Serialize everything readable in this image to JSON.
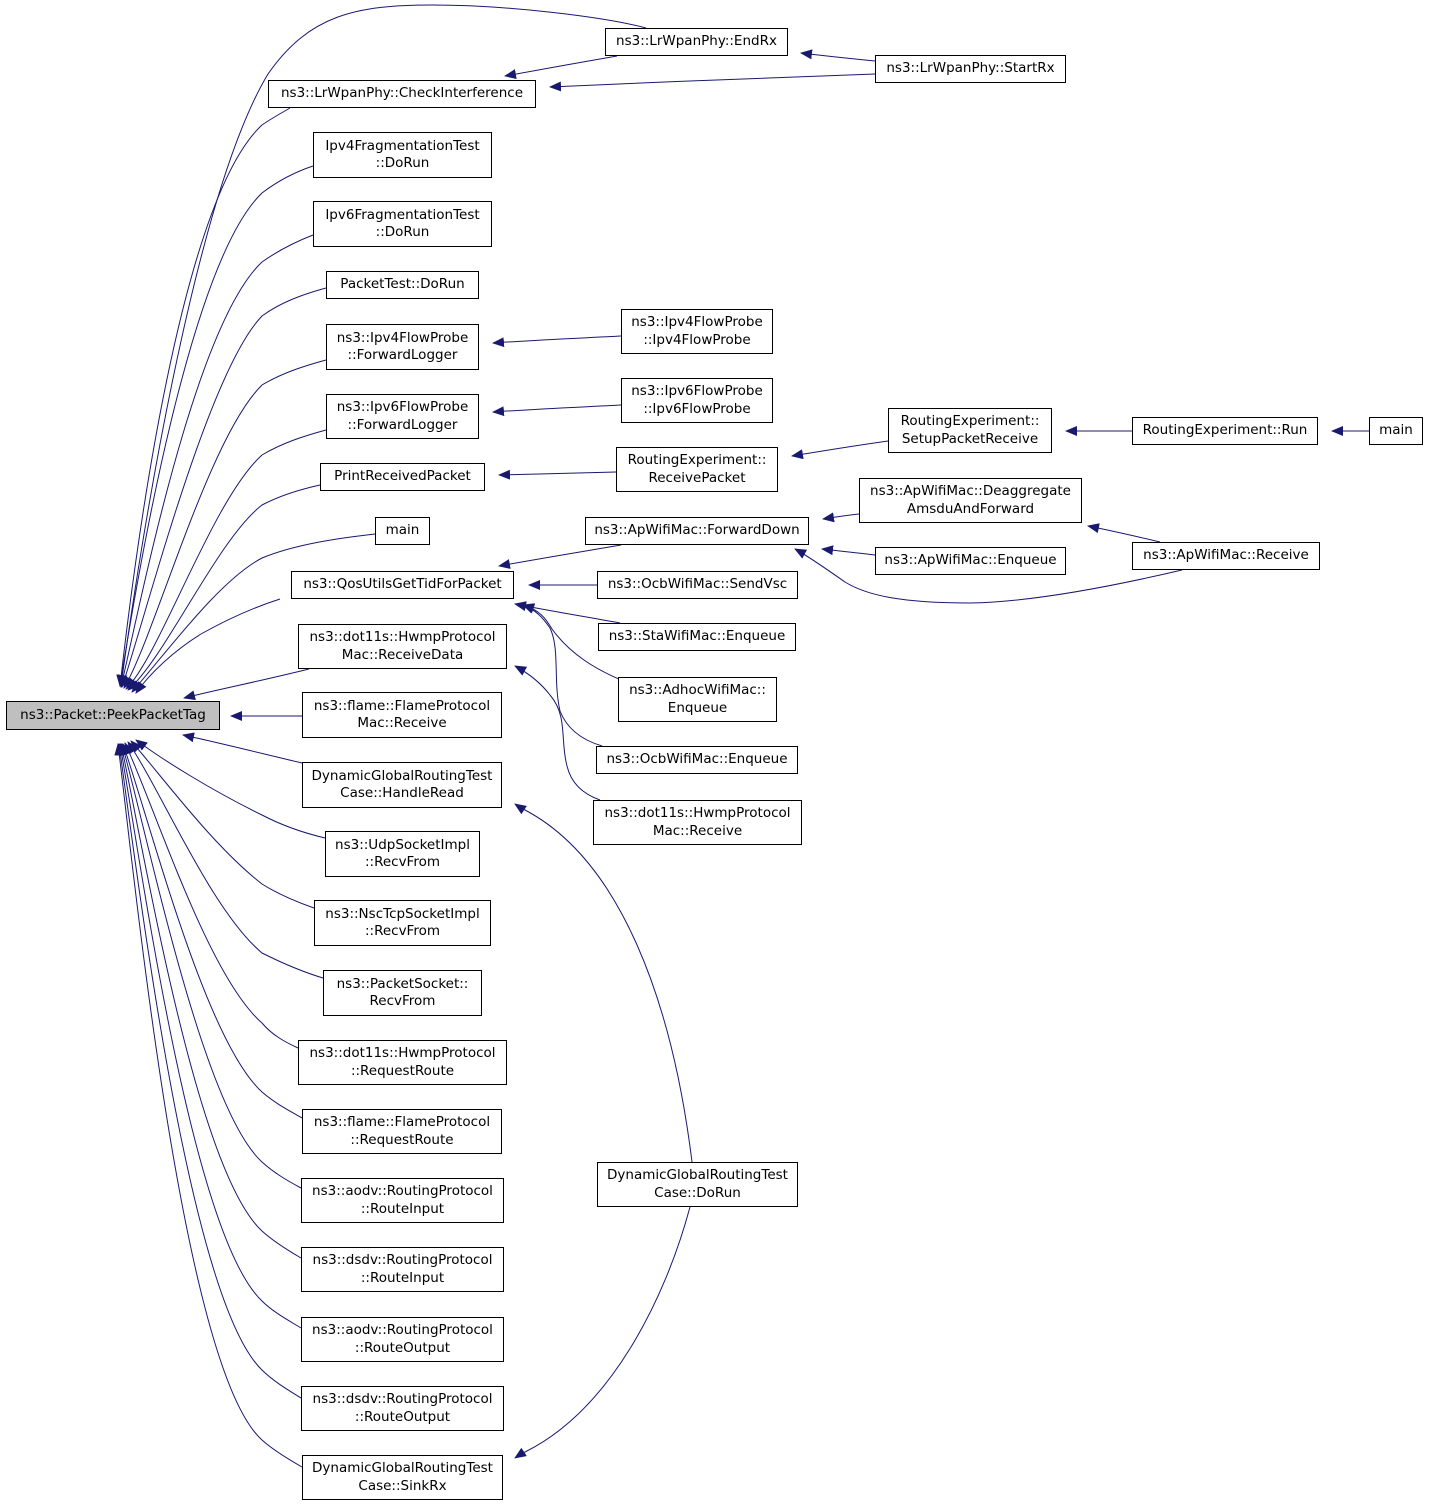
{
  "colors": {
    "edge": "#191970",
    "node_border": "#000000",
    "node_fill": "#ffffff",
    "root_fill": "#bfbfbf"
  },
  "nodes": [
    {
      "id": "root",
      "label": "ns3::Packet::PeekPacketTag"
    },
    {
      "id": "checkinterference",
      "label": "ns3::LrWpanPhy::CheckInterference"
    },
    {
      "id": "endrx",
      "label": "ns3::LrWpanPhy::EndRx"
    },
    {
      "id": "startrx",
      "label": "ns3::LrWpanPhy::StartRx"
    },
    {
      "id": "ipv4fragtest",
      "label": "Ipv4FragmentationTest\n::DoRun"
    },
    {
      "id": "ipv6fragtest",
      "label": "Ipv6FragmentationTest\n::DoRun"
    },
    {
      "id": "packettest",
      "label": "PacketTest::DoRun"
    },
    {
      "id": "ipv4fp-fwd",
      "label": "ns3::Ipv4FlowProbe\n::ForwardLogger"
    },
    {
      "id": "ipv4fp-ctor",
      "label": "ns3::Ipv4FlowProbe\n::Ipv4FlowProbe"
    },
    {
      "id": "ipv6fp-fwd",
      "label": "ns3::Ipv6FlowProbe\n::ForwardLogger"
    },
    {
      "id": "ipv6fp-ctor",
      "label": "ns3::Ipv6FlowProbe\n::Ipv6FlowProbe"
    },
    {
      "id": "printreceived",
      "label": "PrintReceivedPacket"
    },
    {
      "id": "re-receive",
      "label": "RoutingExperiment::\nReceivePacket"
    },
    {
      "id": "re-setup",
      "label": "RoutingExperiment::\nSetupPacketReceive"
    },
    {
      "id": "re-run",
      "label": "RoutingExperiment::Run"
    },
    {
      "id": "main2",
      "label": "main"
    },
    {
      "id": "main1",
      "label": "main"
    },
    {
      "id": "qosutils",
      "label": "ns3::QosUtilsGetTidForPacket"
    },
    {
      "id": "ap-fwddown",
      "label": "ns3::ApWifiMac::ForwardDown"
    },
    {
      "id": "ap-deagg",
      "label": "ns3::ApWifiMac::Deaggregate\nAmsduAndForward"
    },
    {
      "id": "ap-enqueue",
      "label": "ns3::ApWifiMac::Enqueue"
    },
    {
      "id": "ap-receive",
      "label": "ns3::ApWifiMac::Receive"
    },
    {
      "id": "ocb-sendvsc",
      "label": "ns3::OcbWifiMac::SendVsc"
    },
    {
      "id": "sta-enqueue",
      "label": "ns3::StaWifiMac::Enqueue"
    },
    {
      "id": "adhoc-enqueue",
      "label": "ns3::AdhocWifiMac::\nEnqueue"
    },
    {
      "id": "ocb-enqueue",
      "label": "ns3::OcbWifiMac::Enqueue"
    },
    {
      "id": "hwmp-recvdata",
      "label": "ns3::dot11s::HwmpProtocol\nMac::ReceiveData"
    },
    {
      "id": "hwmp-mac-recv",
      "label": "ns3::dot11s::HwmpProtocol\nMac::Receive"
    },
    {
      "id": "flame-mac-recv",
      "label": "ns3::flame::FlameProtocol\nMac::Receive"
    },
    {
      "id": "dgrt-handleread",
      "label": "DynamicGlobalRoutingTest\nCase::HandleRead"
    },
    {
      "id": "dgrt-dorun",
      "label": "DynamicGlobalRoutingTest\nCase::DoRun"
    },
    {
      "id": "udp-recvfrom",
      "label": "ns3::UdpSocketImpl\n::RecvFrom"
    },
    {
      "id": "nsc-recvfrom",
      "label": "ns3::NscTcpSocketImpl\n::RecvFrom"
    },
    {
      "id": "ps-recvfrom",
      "label": "ns3::PacketSocket::\nRecvFrom"
    },
    {
      "id": "hwmp-reqroute",
      "label": "ns3::dot11s::HwmpProtocol\n::RequestRoute"
    },
    {
      "id": "flame-reqroute",
      "label": "ns3::flame::FlameProtocol\n::RequestRoute"
    },
    {
      "id": "aodv-routeinput",
      "label": "ns3::aodv::RoutingProtocol\n::RouteInput"
    },
    {
      "id": "dsdv-routeinput",
      "label": "ns3::dsdv::RoutingProtocol\n::RouteInput"
    },
    {
      "id": "aodv-routeoutput",
      "label": "ns3::aodv::RoutingProtocol\n::RouteOutput"
    },
    {
      "id": "dsdv-routeoutput",
      "label": "ns3::dsdv::RoutingProtocol\n::RouteOutput"
    },
    {
      "id": "dgrt-sinkrx",
      "label": "DynamicGlobalRoutingTest\nCase::SinkRx"
    }
  ],
  "edges": [
    {
      "from": "endrx",
      "to": "root"
    },
    {
      "from": "checkinterference",
      "to": "root"
    },
    {
      "from": "ipv4fragtest",
      "to": "root"
    },
    {
      "from": "ipv6fragtest",
      "to": "root"
    },
    {
      "from": "packettest",
      "to": "root"
    },
    {
      "from": "ipv4fp-fwd",
      "to": "root"
    },
    {
      "from": "ipv6fp-fwd",
      "to": "root"
    },
    {
      "from": "printreceived",
      "to": "root"
    },
    {
      "from": "main1",
      "to": "root"
    },
    {
      "from": "qosutils",
      "to": "root"
    },
    {
      "from": "hwmp-recvdata",
      "to": "root"
    },
    {
      "from": "flame-mac-recv",
      "to": "root"
    },
    {
      "from": "dgrt-handleread",
      "to": "root"
    },
    {
      "from": "udp-recvfrom",
      "to": "root"
    },
    {
      "from": "nsc-recvfrom",
      "to": "root"
    },
    {
      "from": "ps-recvfrom",
      "to": "root"
    },
    {
      "from": "hwmp-reqroute",
      "to": "root"
    },
    {
      "from": "flame-reqroute",
      "to": "root"
    },
    {
      "from": "aodv-routeinput",
      "to": "root"
    },
    {
      "from": "dsdv-routeinput",
      "to": "root"
    },
    {
      "from": "aodv-routeoutput",
      "to": "root"
    },
    {
      "from": "dsdv-routeoutput",
      "to": "root"
    },
    {
      "from": "dgrt-sinkrx",
      "to": "root"
    },
    {
      "from": "endrx",
      "to": "checkinterference"
    },
    {
      "from": "startrx",
      "to": "checkinterference"
    },
    {
      "from": "startrx",
      "to": "endrx"
    },
    {
      "from": "ipv4fp-ctor",
      "to": "ipv4fp-fwd"
    },
    {
      "from": "ipv6fp-ctor",
      "to": "ipv6fp-fwd"
    },
    {
      "from": "re-receive",
      "to": "printreceived"
    },
    {
      "from": "re-setup",
      "to": "re-receive"
    },
    {
      "from": "re-run",
      "to": "re-setup"
    },
    {
      "from": "main2",
      "to": "re-run"
    },
    {
      "from": "ap-fwddown",
      "to": "qosutils"
    },
    {
      "from": "ocb-sendvsc",
      "to": "qosutils"
    },
    {
      "from": "sta-enqueue",
      "to": "qosutils"
    },
    {
      "from": "adhoc-enqueue",
      "to": "qosutils"
    },
    {
      "from": "ocb-enqueue",
      "to": "qosutils"
    },
    {
      "from": "ap-deagg",
      "to": "ap-fwddown"
    },
    {
      "from": "ap-enqueue",
      "to": "ap-fwddown"
    },
    {
      "from": "ap-receive",
      "to": "ap-fwddown"
    },
    {
      "from": "ap-receive",
      "to": "ap-deagg"
    },
    {
      "from": "hwmp-mac-recv",
      "to": "hwmp-recvdata"
    },
    {
      "from": "dgrt-dorun",
      "to": "dgrt-handleread"
    },
    {
      "from": "dgrt-dorun",
      "to": "dgrt-sinkrx"
    }
  ]
}
